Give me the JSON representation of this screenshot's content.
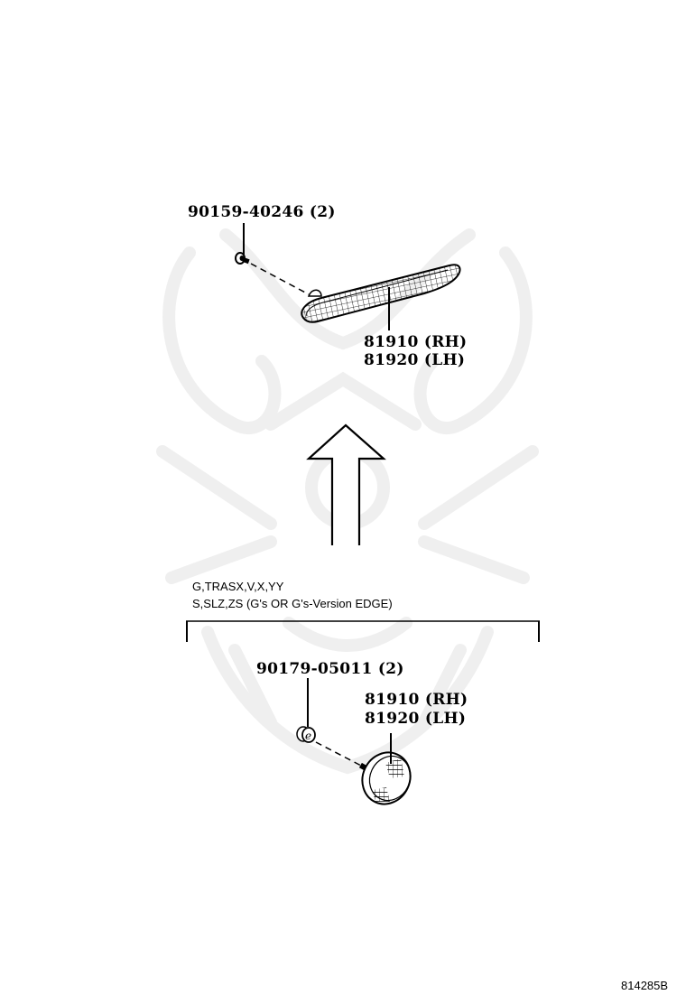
{
  "diagram": {
    "upper_assembly": {
      "screw_part": "90159-40246 (2)",
      "lamp_part_rh": "81910 (RH)",
      "lamp_part_lh": "81920 (LH)",
      "lamp_shape": "elongated-side-marker-lamp"
    },
    "arrow": {
      "direction": "up",
      "meaning": "replaced-by"
    },
    "applicability_note": {
      "line1": "G,TRASX,V,X,YY",
      "line2": "S,SLZ,ZS (G's OR G's-Version EDGE)"
    },
    "lower_assembly": {
      "nut_part": "90179-05011 (2)",
      "lamp_part_rh": "81910 (RH)",
      "lamp_part_lh": "81920 (LH)",
      "lamp_shape": "round-side-marker-lamp"
    },
    "figure_code": "814285B",
    "colors": {
      "line": "#000000",
      "watermark": "#f0f0f0",
      "background": "#ffffff"
    }
  }
}
